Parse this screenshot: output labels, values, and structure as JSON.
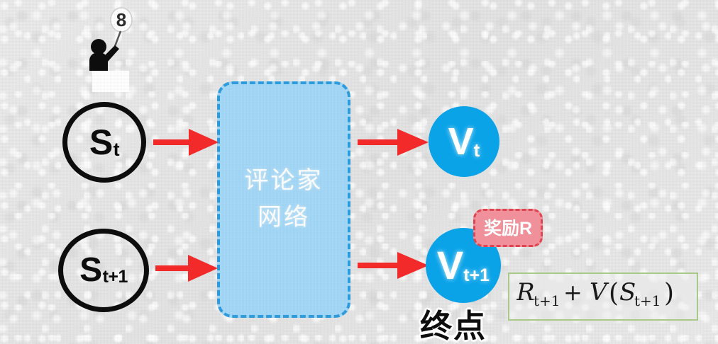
{
  "diagram": {
    "title_text_hidden": "",
    "background_color": "#e6e6e6",
    "accent_blue": "#0aa3e8",
    "box_blue_fill": "#a4d8f7",
    "box_blue_border": "#2e9de0",
    "arrow_red": "#f22a2a",
    "badge_pink": "#ef909a",
    "badge_border": "#e0454f",
    "formula_border": "#a9c98a"
  },
  "judge": {
    "score": "8",
    "icon": "judge-raising-score-paddle-icon"
  },
  "states": [
    {
      "id": "state-t",
      "main": "S",
      "sub": "t"
    },
    {
      "id": "state-t1",
      "main": "S",
      "sub": "t+1"
    }
  ],
  "critic_box": {
    "line1": "评论家",
    "line2": "网络"
  },
  "values": [
    {
      "id": "value-t",
      "main": "V",
      "sub": "t"
    },
    {
      "id": "value-t1",
      "main": "V",
      "sub": "t+1"
    }
  ],
  "endpoint": {
    "label": "终点"
  },
  "reward": {
    "label": "奖励R"
  },
  "formula": {
    "text": "Rₜ₊₁ + V(Sₜ₊₁)",
    "parts": {
      "r": "R",
      "r_sub": "t+1",
      "plus": "+",
      "v": "V",
      "paren_open": "(",
      "s": "S",
      "s_sub": "t+1",
      "paren_close": ")"
    }
  },
  "arrows": [
    {
      "id": "arrow-state-t-to-critic",
      "from": "S_t",
      "to": "critic-network"
    },
    {
      "id": "arrow-state-t1-to-critic",
      "from": "S_t+1",
      "to": "critic-network"
    },
    {
      "id": "arrow-critic-to-value-t",
      "from": "critic-network",
      "to": "V_t"
    },
    {
      "id": "arrow-critic-to-value-t1",
      "from": "critic-network",
      "to": "V_t+1"
    }
  ]
}
